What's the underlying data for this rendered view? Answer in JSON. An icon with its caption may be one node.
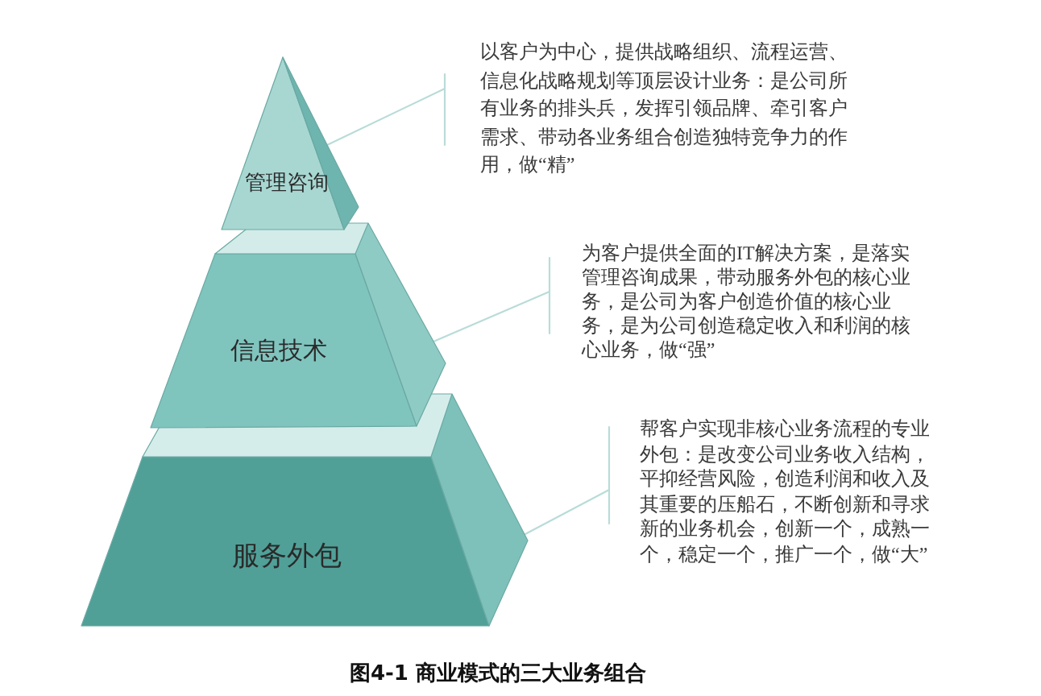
{
  "diagram": {
    "caption": "图4-1 商业模式的三大业务组合",
    "nodes": [
      {
        "text": [
          "管理咨询"
        ]
      },
      {
        "text": [
          "以客户为中心，提供战略组织、流程运营、信息化战略规划等顶层设计业务：是公司所有业务的排头兵，发挥引领品牌、牵引客户需求、带动各业务组合创造独特竞争力的作用，做“精”"
        ]
      },
      {
        "text": [
          "信息技术"
        ]
      },
      {
        "text": [
          "为客户提供全面的IT解决方案，是落实管理咨询成果，带动服务外包的核心业务，是公司为客户创造价值的核心业务，是为公司创造稳定收入和利润的核心业务，做“强”"
        ]
      },
      {
        "text": [
          "服务外包"
        ]
      },
      {
        "text": [
          "帮客户实现非核心业务流程的专业外包：是改变公司业务收入结构，平抑经营风险，创造利润和收入及其重要的压船石，不断创新和寻求新的业务机会，创新一个，成熟一个，稳定一个，推广一个，做“大”"
        ]
      }
    ],
    "edges": [
      {
        "from": 1,
        "to": 0,
        "arrow": "none"
      },
      {
        "from": 3,
        "to": 2,
        "arrow": "none"
      },
      {
        "from": 5,
        "to": 4,
        "arrow": "none"
      }
    ]
  }
}
